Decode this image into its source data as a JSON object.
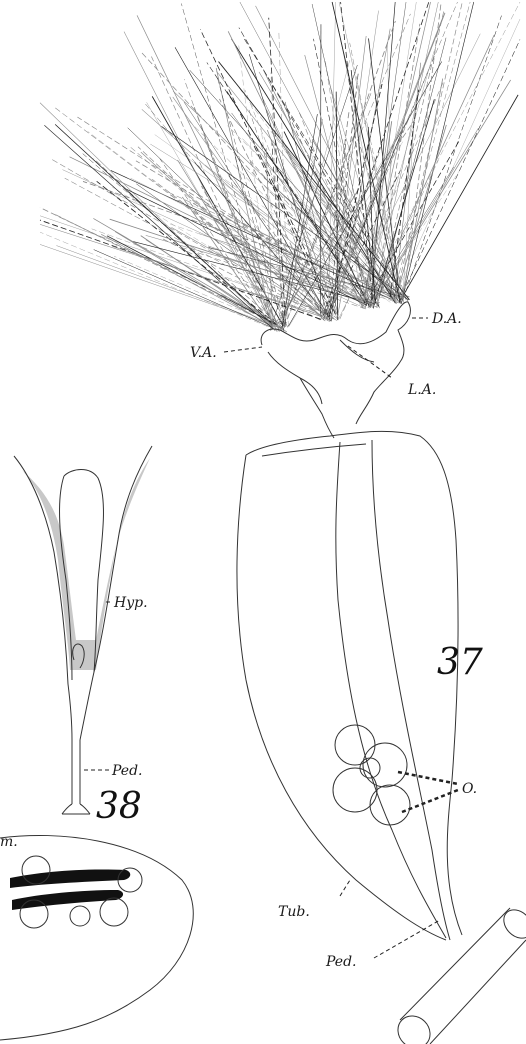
{
  "figure_37": {
    "number": "37",
    "labels": {
      "dorsal_arm": "D.A.",
      "ventral_arm": "V.A.",
      "lateral_arm": "L.A.",
      "ovaries": "O.",
      "tube": "Tub.",
      "peduncle": "Ped."
    }
  },
  "figure_38": {
    "number": "38",
    "labels": {
      "hypostome": "Hyp.",
      "peduncle": "Ped."
    }
  },
  "figure_partial": {
    "label_fragment": "m."
  },
  "colors": {
    "ink": "#1a1a1a",
    "paper": "#ffffff",
    "shading": "#c8c8c8"
  }
}
